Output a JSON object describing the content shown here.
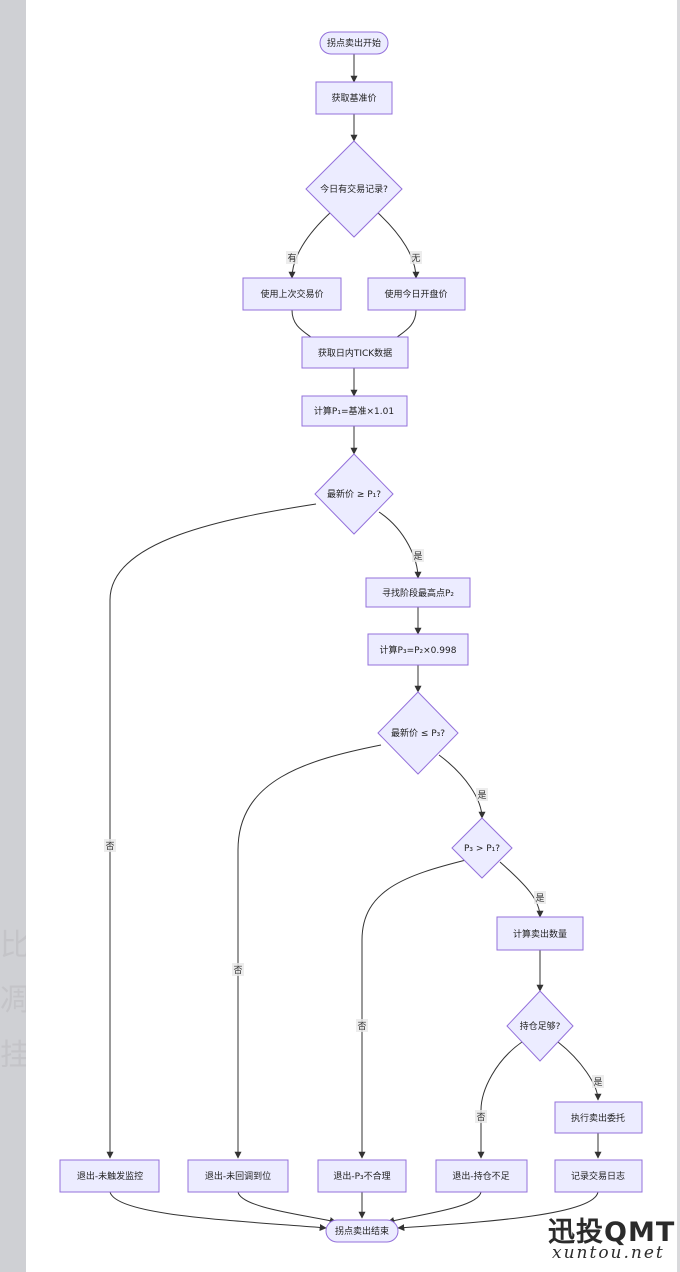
{
  "nodes": {
    "start": "拐点卖出开始",
    "get_base": "获取基准价",
    "has_trade": "今日有交易记录?",
    "use_last": "使用上次交易价",
    "use_open": "使用今日开盘价",
    "get_tick": "获取日内TICK数据",
    "calc_p1": "计算P₁=基准×1.01",
    "cmp_p1": "最新价 ≥ P₁?",
    "find_p2": "寻找阶段最高点P₂",
    "calc_p3": "计算P₃=P₂×0.998",
    "cmp_p3": "最新价 ≤ P₃?",
    "cmp_p3p1": "P₃ > P₁?",
    "calc_qty": "计算卖出数量",
    "enough": "持仓足够?",
    "exec_sell": "执行卖出委托",
    "exit_no_trigger": "退出-未触发监控",
    "exit_no_pullback": "退出-未回调到位",
    "exit_p3_bad": "退出-P₃不合理",
    "exit_no_position": "退出-持仓不足",
    "log": "记录交易日志",
    "end": "拐点卖出结束"
  },
  "edge_labels": {
    "yes_has": "有",
    "no_has": "无",
    "yes": "是",
    "no": "否"
  },
  "watermark": {
    "main": "迅投QMT",
    "sub": "xuntou.net"
  },
  "background_text": {
    "line1": "比",
    "line2": "凋",
    "line3": "挂"
  }
}
